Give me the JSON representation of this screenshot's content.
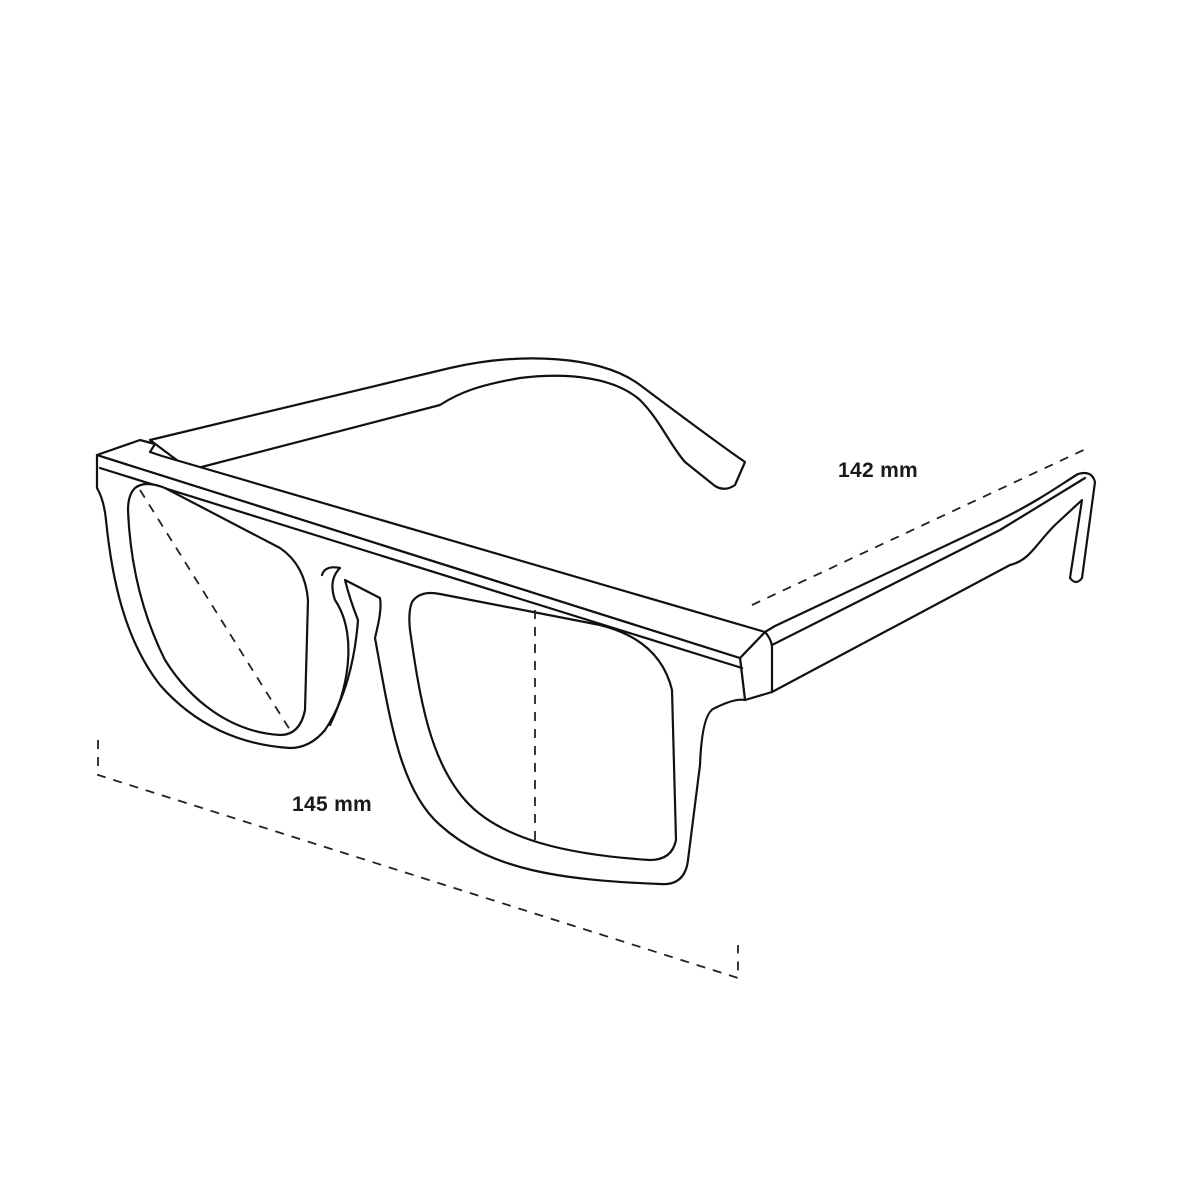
{
  "diagram": {
    "subject": "eyeglasses",
    "measurements": {
      "frame_width": "145 mm",
      "temple_length": "142 mm"
    },
    "colors": {
      "line": "#111111",
      "background": "#ffffff"
    }
  }
}
